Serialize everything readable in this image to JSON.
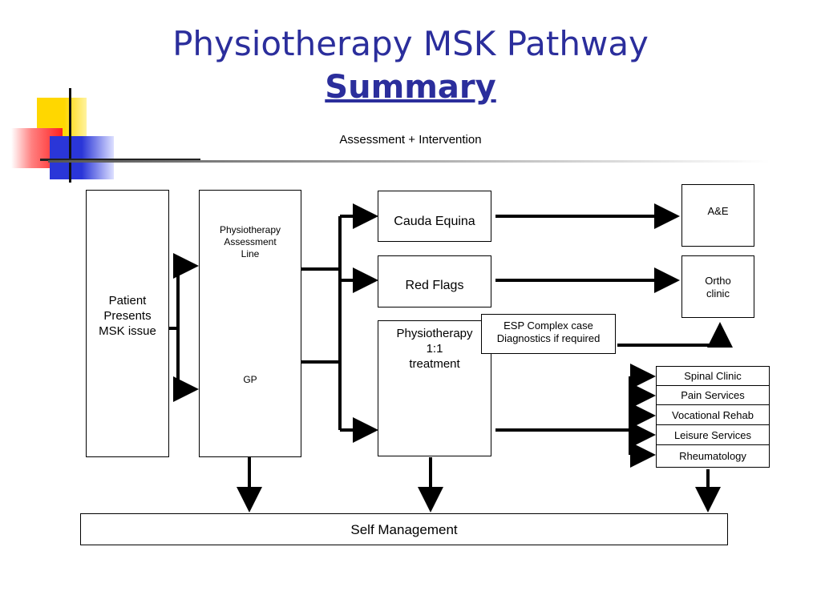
{
  "header": {
    "title": "Physiotherapy MSK Pathway",
    "subtitle": "Summary",
    "caption": "Assessment + Intervention"
  },
  "colors": {
    "title": "#2b2e9c",
    "deco_yellow": "#ffd700",
    "deco_red": "#ff3333",
    "deco_blue": "#2a36d8"
  },
  "nodes": {
    "patient": "Patient\nPresents\nMSK issue",
    "assessment_line": "Physiotherapy\nAssessment\nLine",
    "gp": "GP",
    "cauda_equina": "Cauda Equina",
    "red_flags": "Red Flags",
    "physio_treatment": "Physiotherapy\n1:1\ntreatment",
    "esp": "ESP Complex case\nDiagnostics if required",
    "ae": "A&E",
    "ortho": "Ortho\nclinic",
    "self_management": "Self Management",
    "services": [
      "Spinal Clinic",
      "Pain Services",
      "Vocational Rehab",
      "Leisure Services",
      "Rheumatology"
    ]
  }
}
